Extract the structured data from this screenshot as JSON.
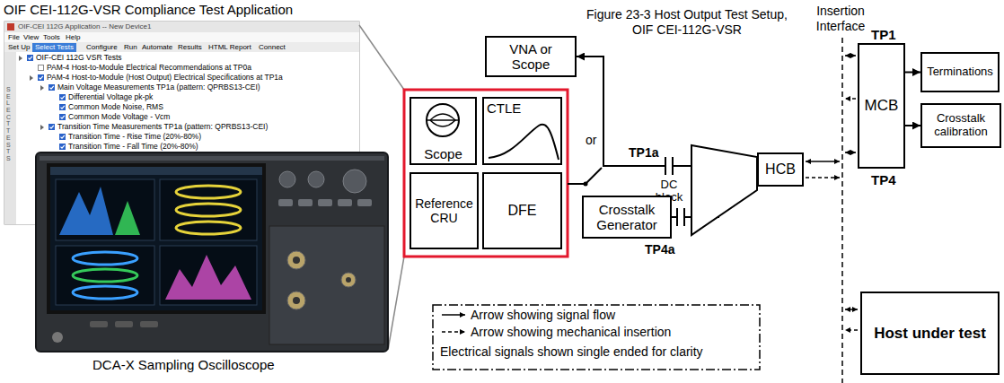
{
  "diagram": {
    "title": "OIF CEI-112G-VSR Compliance Test Application",
    "caption": "DCA-X Sampling Oscilloscope",
    "nodes": [
      {
        "text": [
          "Scope"
        ]
      },
      {
        "text": [
          "CTLE"
        ]
      },
      {
        "text": [
          "Reference CRU"
        ]
      },
      {
        "text": [
          "DFE"
        ]
      },
      {
        "text": [
          "VNA or Scope"
        ]
      },
      {
        "text": [
          "Crosstalk Generator"
        ]
      },
      {
        "text": [
          "HCB"
        ]
      },
      {
        "text": [
          "MCB"
        ]
      },
      {
        "text": [
          "Terminations"
        ]
      },
      {
        "text": [
          "Crosstalk calibration"
        ]
      },
      {
        "text": [
          "Host under test"
        ]
      }
    ],
    "edges": [
      {
        "from": 6,
        "to": 4,
        "arrow": "to"
      },
      {
        "from": 5,
        "to": 6,
        "arrow": "none"
      },
      {
        "from": 7,
        "to": 8,
        "arrow": "to"
      },
      {
        "from": 7,
        "to": 9,
        "arrow": "to"
      }
    ],
    "labels": [
      "OIF-CEI 112G Application -- New Device1",
      "File",
      "View",
      "Tools",
      "Help",
      "Set Up",
      "Select Tests",
      "Configure",
      "Run",
      "Automate",
      "Results",
      "HTML Report",
      "Connect",
      "SELECT TESTS",
      "OIF-CEI 112G VSR Tests",
      "PAM-4 Host-to-Module Electrical Recommendations at TP0a",
      "PAM-4 Host-to-Module (Host Output) Electrical Specifications at TP1a",
      "Main Voltage Measurements TP1a (pattern: QPRBS13-CEI)",
      "Differential Voltage pk-pk",
      "Common Mode Noise, RMS",
      "Common Mode Voltage - Vcm",
      "Transition Time Measurements TP1a (pattern: QPRBS13-CEI)",
      "Transition Time - Rise Time (20%-80%)",
      "Transition Time - Fall Time (20%-80%)",
      "Figure 23-3 Host Output Test Setup, OIF CEI-112G-VSR",
      "Insertion Interface",
      "TP1",
      "TP4",
      "or",
      "TP1a",
      "DC block",
      "TP4a",
      "Electrical signals shown single ended for clarity"
    ],
    "legend": [
      {
        "text": "Arrow showing signal flow"
      },
      {
        "text": "Arrow showing mechanical insertion"
      }
    ]
  }
}
